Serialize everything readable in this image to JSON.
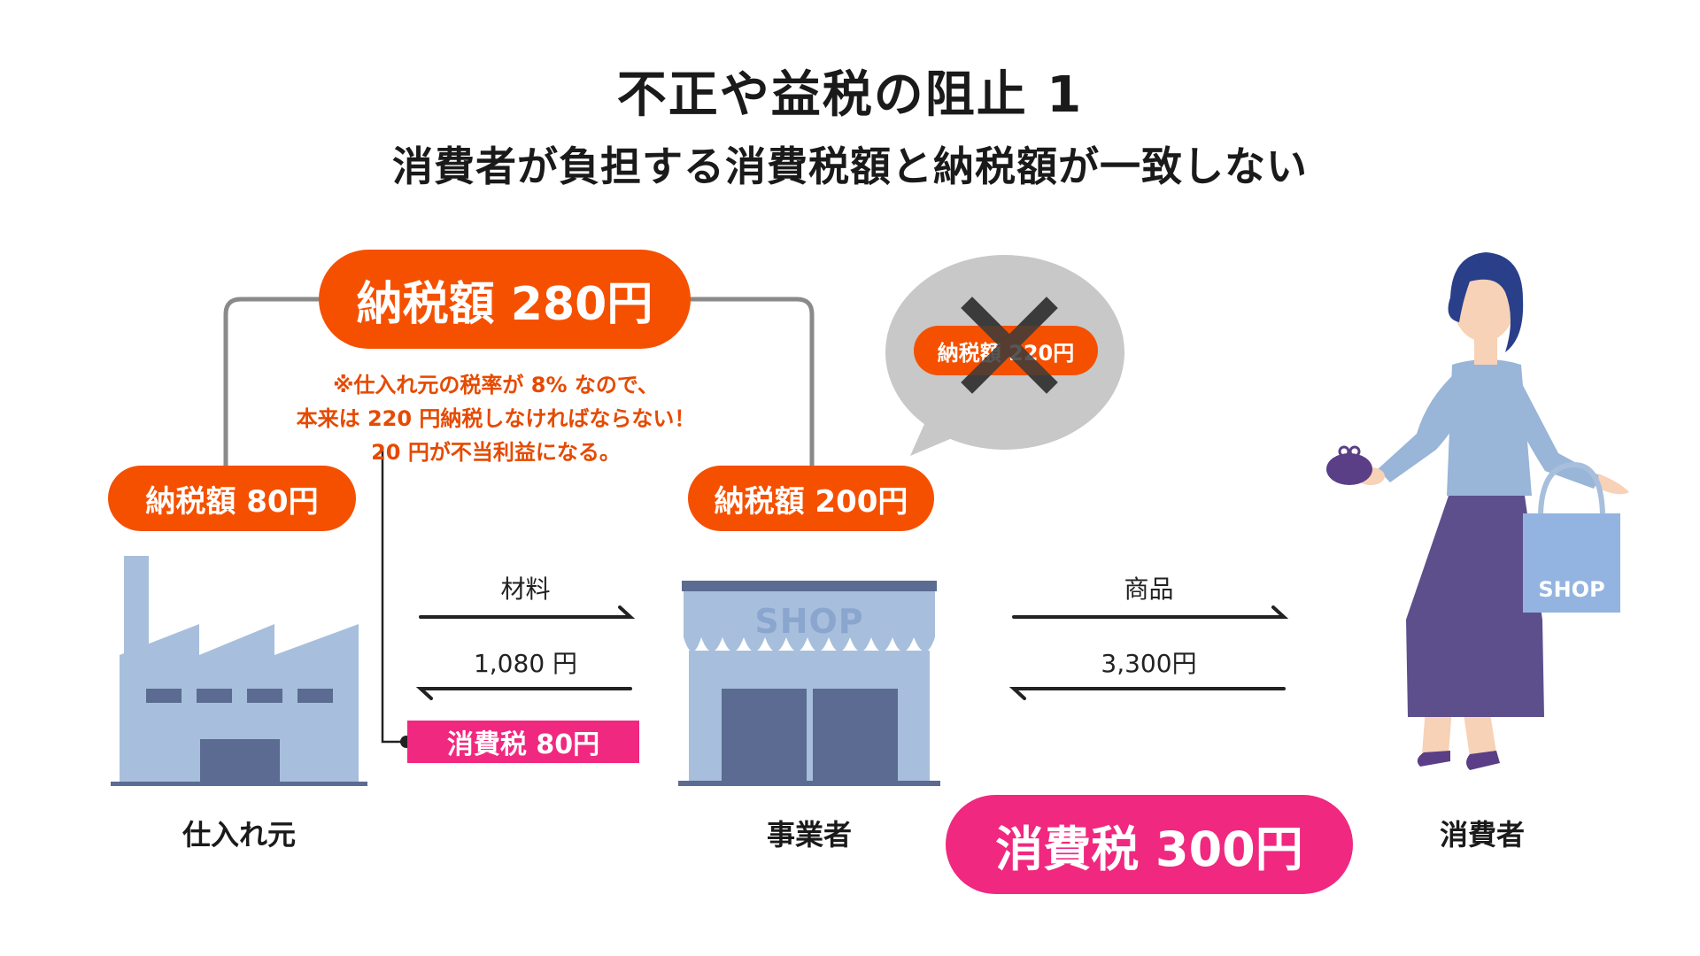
{
  "title": "不正や益税の阻止 1",
  "subtitle": "消費者が負担する消費税額と納税額が一致しない",
  "total_tax_badge": "納税額 280円",
  "note_lines": [
    "※仕入れ元の税率が 8% なので、",
    "本来は 220 円納税しなければならない！",
    "20 円が不当利益になる。"
  ],
  "supplier_tax_badge": "納税額 80円",
  "business_tax_badge": "納税額 200円",
  "bubble_badge": "納税額 220円",
  "flows": {
    "materials": "材料",
    "materials_price": "1,080 円",
    "product": "商品",
    "product_price": "3,300円"
  },
  "supplier_consumption_tax": "消費税 80円",
  "consumer_consumption_tax": "消費税 300円",
  "shop_sign": "SHOP",
  "bag_label": "SHOP",
  "actors": {
    "supplier": "仕入れ元",
    "business": "事業者",
    "consumer": "消費者"
  },
  "colors": {
    "orange": "#f55000",
    "pink": "#f0287f",
    "building_blue": "#a7bfdc",
    "dark_blue": "#5b6b91"
  },
  "icons": [
    "factory-icon",
    "shop-icon",
    "consumer-woman-icon",
    "cross-icon",
    "speech-bubble-icon"
  ]
}
